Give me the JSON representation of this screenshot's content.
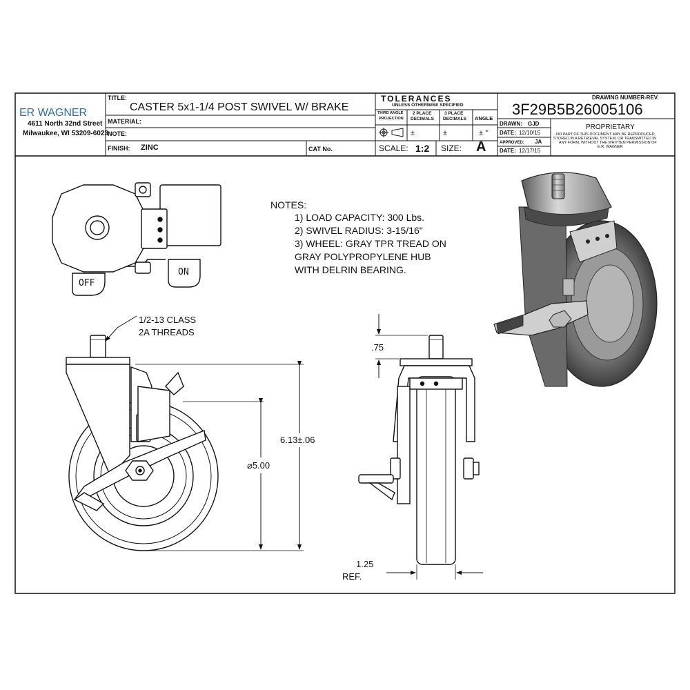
{
  "company": {
    "name_part1": "ER",
    "name_part2": "WAGNER",
    "address_line1": "4611 North 32nd Street",
    "address_line2": "Milwaukee, WI 53209-6023",
    "accent_color": "#2a6db0"
  },
  "title_block": {
    "title_label": "TITLE:",
    "title_value": "CASTER 5x1-1/4 POST SWIVEL W/ BRAKE",
    "material_label": "MATERIAL:",
    "note_label": "NOTE:",
    "finish_label": "FINISH:",
    "finish_value": "ZINC",
    "cat_label": "CAT No.",
    "tolerances_title": "TOLERANCES",
    "tolerances_sub": "UNLESS OTHERWISE SPECIFIED",
    "third_angle_line1": "THIRD ANGLE",
    "third_angle_line2": "PROJECTION",
    "two_place_line1": "2 PLACE",
    "two_place_line2": "DECIMALS",
    "three_place_line1": "3 PLACE",
    "three_place_line2": "DECIMALS",
    "angle_label": "ANGLE",
    "pm": "±",
    "pm_deg": "± °",
    "scale_label": "SCALE:",
    "scale_value": "1:2",
    "size_label": "SIZE:",
    "size_value": "A",
    "drawing_number_label": "DRAWING NUMBER-REV.",
    "drawing_number": "3F29B5B26005106",
    "drawn_label": "DRAWN:",
    "drawn_value": "GJD",
    "date1_label": "DATE:",
    "date1_value": "12/10/15",
    "approved_label": "APPROVED:",
    "approved_value": "JA",
    "date2_label": "DATE:",
    "date2_value": "12/17/15",
    "proprietary_title": "PROPRIETARY",
    "proprietary_line1": "NO PART OF THIS DOCUMENT MAY BE REPRODUCED,",
    "proprietary_line2": "STORED IN A RETRIEVAL SYSTEM, OR TRANSMITTED IN",
    "proprietary_line3": "ANY FORM, WITHOUT THE WRITTEN PERMISSION OF",
    "proprietary_line4": "E.R. WAGNER"
  },
  "notes": {
    "heading": "NOTES:",
    "line1": "1) LOAD CAPACITY: 300 Lbs.",
    "line2": "2) SWIVEL RADIUS: 3-15/16\"",
    "line3": "3) WHEEL: GRAY TPR TREAD ON",
    "line4": "GRAY POLYPROPYLENE HUB",
    "line5": "WITH DELRIN BEARING."
  },
  "top_view": {
    "off_label": "OFF",
    "on_label": "ON"
  },
  "dimensions": {
    "thread_line1": "1/2-13 CLASS",
    "thread_line2": "2A THREADS",
    "overall_height": "6.13±.06",
    "wheel_diameter": "5.00",
    "diameter_symbol": "⌀",
    "stem_length": ".75",
    "wheel_width_line1": "1.25",
    "wheel_width_line2": "REF."
  }
}
